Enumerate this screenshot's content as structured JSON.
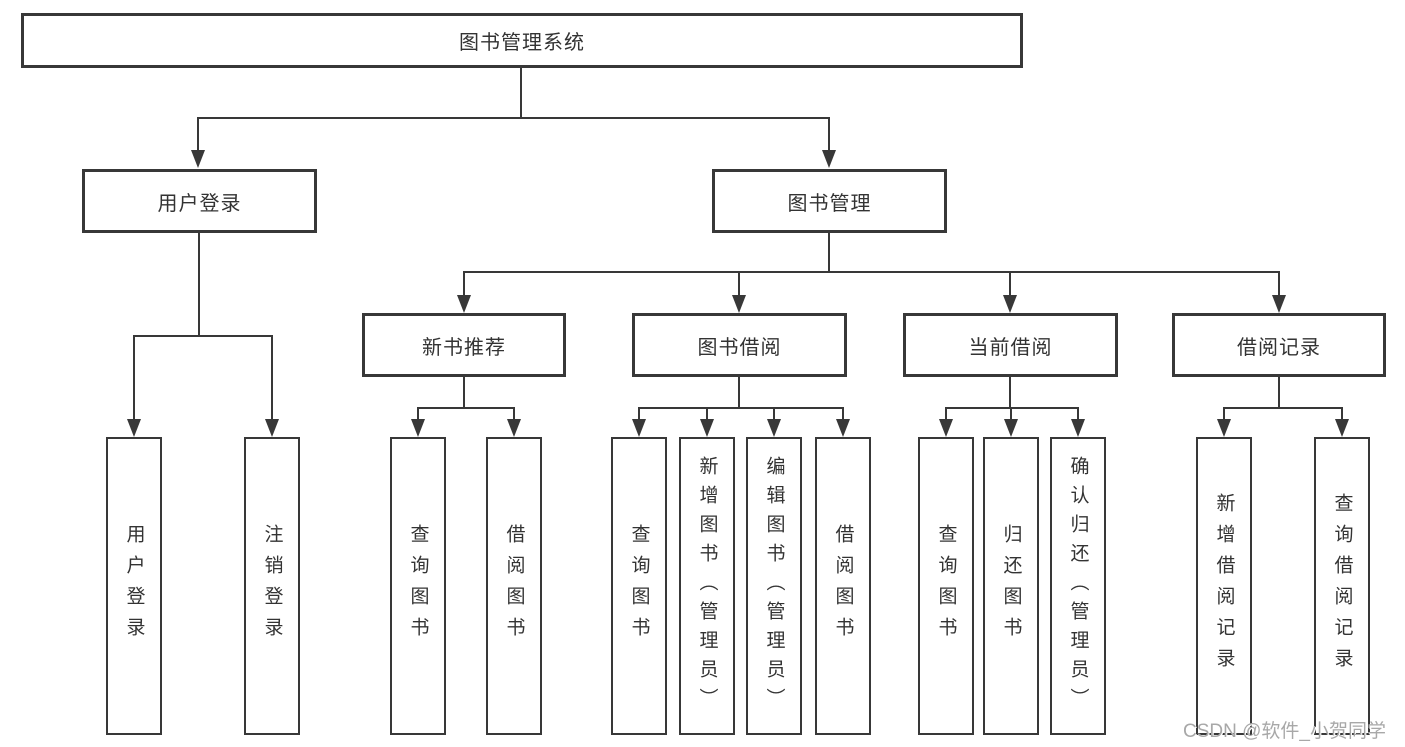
{
  "diagram_title": "图书管理系统",
  "colors": {
    "line": "#383838",
    "text": "#333333",
    "background": "#ffffff",
    "watermark": "#a8a8a8"
  },
  "root": {
    "label": "图书管理系统"
  },
  "level2": {
    "user_login": {
      "label": "用户登录"
    },
    "book_mgmt": {
      "label": "图书管理"
    }
  },
  "level3": {
    "new_books": {
      "label": "新书推荐"
    },
    "book_borrow": {
      "label": "图书借阅"
    },
    "current_borrow": {
      "label": "当前借阅"
    },
    "borrow_records": {
      "label": "借阅记录"
    }
  },
  "leaves": {
    "user_login": [
      "用户登录",
      "注销登录"
    ],
    "new_books": [
      "查询图书",
      "借阅图书"
    ],
    "book_borrow": [
      "查询图书",
      "新增图书（管理员）",
      "编辑图书（管理员）",
      "借阅图书"
    ],
    "current_borrow": [
      "查询图书",
      "归还图书",
      "确认归还（管理员）"
    ],
    "borrow_records": [
      "新增借阅记录",
      "查询借阅记录"
    ]
  },
  "watermark": "CSDN @软件_小贺同学"
}
